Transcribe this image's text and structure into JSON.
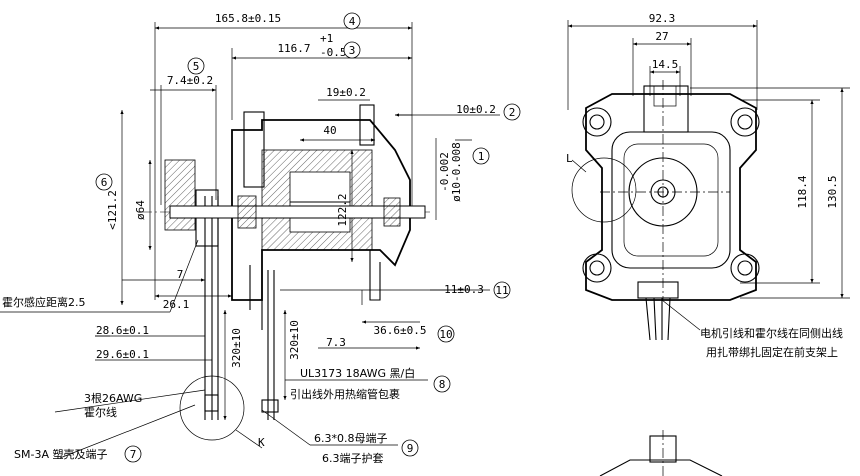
{
  "dimensions": {
    "overall_length": "165.8±0.15",
    "body_length_value": "116.7",
    "body_length_upper_tol": "+1",
    "body_length_lower_tol": "-0.5",
    "hall_offset": "7.4±0.2",
    "bracket_offset": "19±0.2",
    "stator_stack": "40",
    "shaft_ext": "10±0.2",
    "shaft_dia_tol_upper": "-0.002",
    "shaft_dia_tol_lower": "ø10-0.008",
    "rotor_outer": "<121.2",
    "bore_dia": "ø64",
    "stator_dia": "122.2",
    "small_7": "7",
    "dim_26_1": "26.1",
    "hall_distance_label": "霍尔感应距离2.5",
    "dim_11": "11±0.3",
    "dim_28_6": "28.6±0.1",
    "dim_29_6": "29.6±0.1",
    "lead_320_a": "320±10",
    "lead_320_b": "320±10",
    "dim_7_3": "7.3",
    "dim_36_6": "36.6±0.5",
    "width_92_3": "92.3",
    "width_27": "27",
    "width_14_5": "14.5",
    "height_118_4": "118.4",
    "height_130_5": "130.5"
  },
  "balloons": [
    "1",
    "2",
    "3",
    "4",
    "5",
    "6",
    "7",
    "8",
    "9",
    "10",
    "11"
  ],
  "notes": {
    "wire_ul": "UL3173 18AWG 黑/白",
    "wire_sleeve": "引出线外用热缩管包裹",
    "hall_wire_1": "3根26AWG",
    "hall_wire_2": "霍尔线",
    "connector": "SM-3A 塑壳及端子",
    "terminal_1": "6.3*0.8母端子",
    "terminal_2": "6.3端子护套",
    "right_note_1": "电机引线和霍尔线在同侧出线",
    "right_note_2": "用扎带绑扎固定在前支架上",
    "detail_L": "L",
    "detail_K": "K"
  }
}
